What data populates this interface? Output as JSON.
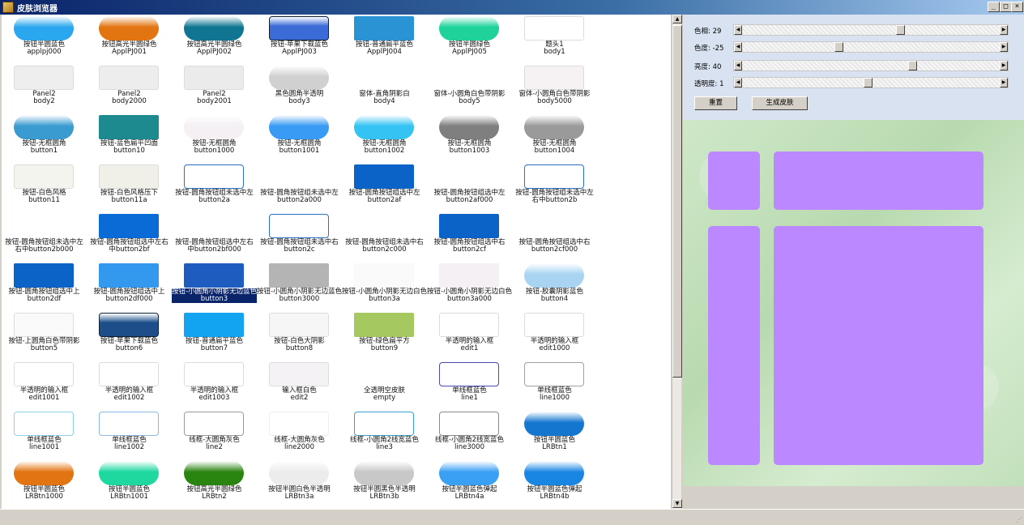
{
  "window": {
    "title": "皮肤浏览器",
    "minimize": "_",
    "maximize": "□",
    "close": "×"
  },
  "colors": {
    "titlebar": "#0a246a",
    "selection": "#0a246a",
    "preview_block": "#bb88ff",
    "control_panel": "#d8e2f0"
  },
  "tiles": [
    {
      "l1": "按钮半圆蓝色",
      "l2": "applpj000",
      "kind": "pill",
      "c": "#2aa7ee"
    },
    {
      "l1": "按钮高光半圆绿色",
      "l2": "ApplPJ001",
      "kind": "pill",
      "c": "#e27412"
    },
    {
      "l1": "按钮高光半圆绿色",
      "l2": "ApplPJ002",
      "kind": "pill",
      "c": "#0f7591"
    },
    {
      "l1": "按钮-苹果下载蓝色",
      "l2": "ApplPJ003",
      "kind": "rect",
      "c": "#3b6bd6"
    },
    {
      "l1": "按钮-普通扁平蓝色",
      "l2": "ApplPJ004",
      "kind": "flat",
      "c": "#2a93d4"
    },
    {
      "l1": "按钮半圆绿色",
      "l2": "ApplPJ005",
      "kind": "pill",
      "c": "#1ed29a"
    },
    {
      "l1": "题头1",
      "l2": "body1",
      "kind": "box",
      "c": "#ffffff"
    },
    {
      "l1": "Panel2",
      "l2": "body2",
      "kind": "box",
      "c": "#eeeeee"
    },
    {
      "l1": "Panel2",
      "l2": "body2000",
      "kind": "box",
      "c": "#ededed"
    },
    {
      "l1": "Panel2",
      "l2": "body2001",
      "kind": "box",
      "c": "#ebebeb"
    },
    {
      "l1": "黑色圆角半透明",
      "l2": "body3",
      "kind": "pill",
      "c": "#d0d0d0"
    },
    {
      "l1": "窗体-直角阴影白",
      "l2": "body4",
      "kind": "none",
      "c": "#ffffff"
    },
    {
      "l1": "窗体-小圆角白色带阴影",
      "l2": "body5",
      "kind": "none",
      "c": "#ffffff"
    },
    {
      "l1": "窗体-小圆角白色带阴影",
      "l2": "body5000",
      "kind": "box",
      "c": "#f6f2f4"
    },
    {
      "l1": "按钮-无框圆角",
      "l2": "button1",
      "kind": "pill",
      "c": "#3a9bd0"
    },
    {
      "l1": "按钮-蓝色扁平凹面",
      "l2": "button10",
      "kind": "flat",
      "c": "#1d8a8f"
    },
    {
      "l1": "按钮-无框圆角",
      "l2": "button1000",
      "kind": "pill",
      "c": "#f4f0f4"
    },
    {
      "l1": "按钮-无框圆角",
      "l2": "button1001",
      "kind": "pill",
      "c": "#3a9bf4"
    },
    {
      "l1": "按钮-无框圆角",
      "l2": "button1002",
      "kind": "pill",
      "c": "#34c3f2"
    },
    {
      "l1": "按钮-无框圆角",
      "l2": "button1003",
      "kind": "pill",
      "c": "#7f7f7f"
    },
    {
      "l1": "按钮-无框圆角",
      "l2": "button1004",
      "kind": "pill",
      "c": "#9a9a9a"
    },
    {
      "l1": "按钮-白色风格",
      "l2": "button11",
      "kind": "box",
      "c": "#f4f4ee"
    },
    {
      "l1": "按钮-白色风格压下",
      "l2": "button11a",
      "kind": "box",
      "c": "#f0f0e8"
    },
    {
      "l1": "按钮-圆角按钮组未选中左",
      "l2": "button2a",
      "kind": "outline",
      "c": "#2e6fc6"
    },
    {
      "l1": "按钮-圆角按钮组未选中左",
      "l2": "button2a000",
      "kind": "none",
      "c": "#ffffff"
    },
    {
      "l1": "按钮-圆角按钮组选中左",
      "l2": "button2af",
      "kind": "flat",
      "c": "#0b63c8"
    },
    {
      "l1": "按钮-圆角按钮组选中左",
      "l2": "button2af000",
      "kind": "none",
      "c": "#ffffff"
    },
    {
      "l1": "按钮-圆角按钮组未选中左",
      "l2": "右中button2b",
      "kind": "outline",
      "c": "#2e6fc6"
    },
    {
      "l1": "按钮-圆角按钮组未选中左",
      "l2": "右中button2b000",
      "kind": "none",
      "c": "#ffffff"
    },
    {
      "l1": "按钮-圆角按钮组选中左右",
      "l2": "中button2bf",
      "kind": "flat",
      "c": "#0b6bd6"
    },
    {
      "l1": "按钮-圆角按钮组选中左右",
      "l2": "中button2bf000",
      "kind": "none",
      "c": "#ffffff"
    },
    {
      "l1": "按钮-圆角按钮组未选中右",
      "l2": "button2c",
      "kind": "outline",
      "c": "#2e6fc6"
    },
    {
      "l1": "按钮-圆角按钮组未选中右",
      "l2": "button2c000",
      "kind": "none",
      "c": "#ffffff"
    },
    {
      "l1": "按钮-圆角按钮组选中右",
      "l2": "button2cf",
      "kind": "flat",
      "c": "#0b63c8"
    },
    {
      "l1": "按钮-圆角按钮组选中右",
      "l2": "button2cf000",
      "kind": "none",
      "c": "#ffffff"
    },
    {
      "l1": "按钮-圆角按钮组选中上",
      "l2": "button2df",
      "kind": "flat",
      "c": "#0b63c8"
    },
    {
      "l1": "按钮-圆角按钮组选中上",
      "l2": "button2df000",
      "kind": "flat",
      "c": "#3399ee"
    },
    {
      "l1": "按钮-小圆角小阴影无边蓝色",
      "l2": "button3",
      "kind": "flat",
      "c": "#1f5cc0"
    },
    {
      "l1": "按钮-小圆角小阴影无边蓝色",
      "l2": "button3000",
      "kind": "flat",
      "c": "#b4b4b4"
    },
    {
      "l1": "按钮-小圆角小阴影无边白色",
      "l2": "button3a",
      "kind": "flat",
      "c": "#fafafa"
    },
    {
      "l1": "按钮-小圆角小阴影无边白色",
      "l2": "button3a000",
      "kind": "flat",
      "c": "#f5f0f4"
    },
    {
      "l1": "按钮-胶囊阴影蓝色",
      "l2": "button4",
      "kind": "pill",
      "c": "#a8d4f2"
    },
    {
      "l1": "按钮-上圆角白色带阴影",
      "l2": "button5",
      "kind": "box",
      "c": "#fafafa"
    },
    {
      "l1": "按钮-苹果下载蓝色",
      "l2": "button6",
      "kind": "rect",
      "c": "#1d4e8a"
    },
    {
      "l1": "按钮-普通扁平蓝色",
      "l2": "button7",
      "kind": "flat",
      "c": "#12a4f0"
    },
    {
      "l1": "按钮-白色大阴影",
      "l2": "button8",
      "kind": "box",
      "c": "#f6f6f6"
    },
    {
      "l1": "按钮-绿色扁平方",
      "l2": "button9",
      "kind": "flat",
      "c": "#a6c860"
    },
    {
      "l1": "半透明的输入框",
      "l2": "edit1",
      "kind": "box",
      "c": "#ffffff"
    },
    {
      "l1": "半透明的输入框",
      "l2": "edit1000",
      "kind": "box",
      "c": "#ffffff"
    },
    {
      "l1": "半透明的输入框",
      "l2": "edit1001",
      "kind": "box",
      "c": "#ffffff"
    },
    {
      "l1": "半透明的输入框",
      "l2": "edit1002",
      "kind": "box",
      "c": "#ffffff"
    },
    {
      "l1": "半透明的输入框",
      "l2": "edit1003",
      "kind": "box",
      "c": "#ffffff"
    },
    {
      "l1": "输入框白色",
      "l2": "edit2",
      "kind": "box",
      "c": "#f4f2f4"
    },
    {
      "l1": "全透明空皮肤",
      "l2": "empty",
      "kind": "none",
      "c": "#ffffff"
    },
    {
      "l1": "单线框蓝色",
      "l2": "line1",
      "kind": "outline",
      "c": "#4a4ab0"
    },
    {
      "l1": "单线框蓝色",
      "l2": "line1000",
      "kind": "outline",
      "c": "#a0a0a0"
    },
    {
      "l1": "单线框蓝色",
      "l2": "line1001",
      "kind": "outline",
      "c": "#8ed0e8"
    },
    {
      "l1": "单线框蓝色",
      "l2": "line1002",
      "kind": "outline",
      "c": "#8ab8e0"
    },
    {
      "l1": "线框-大圆角灰色",
      "l2": "line2",
      "kind": "outline",
      "c": "#9a9a9a"
    },
    {
      "l1": "线框-大圆角灰色",
      "l2": "line2000",
      "kind": "outline",
      "c": "#eeeeee"
    },
    {
      "l1": "线框-小圆角2线宽蓝色",
      "l2": "line3",
      "kind": "outline",
      "c": "#3aa0c8"
    },
    {
      "l1": "线框-小圆角2线宽蓝色",
      "l2": "line3000",
      "kind": "outline",
      "c": "#8a8a8a"
    },
    {
      "l1": "按钮半圆蓝色",
      "l2": "LRBtn1",
      "kind": "pill",
      "c": "#1576d0"
    },
    {
      "l1": "按钮半圆蓝色",
      "l2": "LRBtn1000",
      "kind": "pill",
      "c": "#e27412"
    },
    {
      "l1": "按钮半圆蓝色",
      "l2": "LRBtn1001",
      "kind": "pill",
      "c": "#1ed8a0"
    },
    {
      "l1": "按钮高光半圆绿色",
      "l2": "LRBtn2",
      "kind": "pill",
      "c": "#2a8410"
    },
    {
      "l1": "按钮半圆白色半透明",
      "l2": "LRBtn3a",
      "kind": "pill",
      "c": "#ececec"
    },
    {
      "l1": "按钮半圆黑色半透明",
      "l2": "LRBtn3b",
      "kind": "pill",
      "c": "#c8c8c8"
    },
    {
      "l1": "按钮半圆蓝色弹起",
      "l2": "LRBtn4a",
      "kind": "pill",
      "c": "#3aa0f4"
    },
    {
      "l1": "按钮半圆蓝色弹起",
      "l2": "LRBtn4b",
      "kind": "pill",
      "c": "#1a86e4"
    }
  ],
  "selected_index": 37,
  "sliders": [
    {
      "label": "色相: 29",
      "level": 0.62
    },
    {
      "label": "色度: -25",
      "level": 0.37
    },
    {
      "label": "亮度: 40",
      "level": 0.67
    },
    {
      "label": "透明度: 1",
      "level": 0.49
    }
  ],
  "buttons": {
    "reset": "重置",
    "generate": "生成皮肤"
  }
}
